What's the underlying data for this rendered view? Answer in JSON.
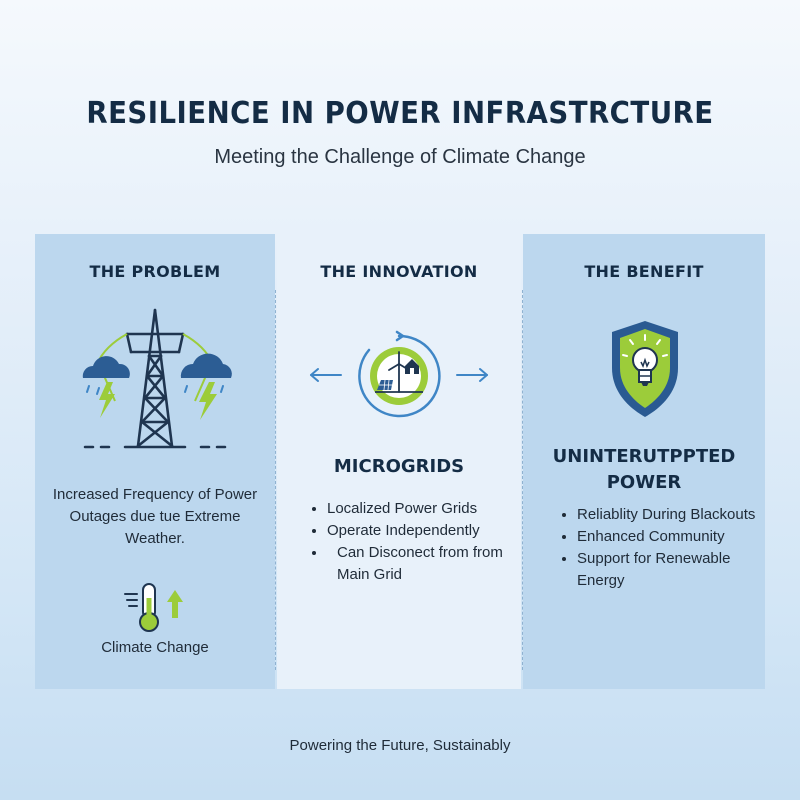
{
  "header": {
    "title": "RESILIENCE IN POWER INFRASTRCTURE",
    "subtitle": "Meeting the Challenge of Climate Change"
  },
  "problem": {
    "heading": "THE PROBLEM",
    "description": "Increased Frequency of Power Outages due tue Extreme Weather.",
    "indicator_label": "Climate Change",
    "icons": [
      "transmission-tower-icon",
      "storm-cloud-icon",
      "thermometer-icon",
      "arrow-up-icon"
    ]
  },
  "innovation": {
    "heading": "THE INNOVATION",
    "label": "MICROGRIDS",
    "bullets": [
      "Localized Power Grids",
      "Operate Independently",
      "Can Disconect from from Main Grid"
    ],
    "icons": [
      "microgrid-icon",
      "arrow-left-icon",
      "arrow-right-icon"
    ]
  },
  "benefit": {
    "heading": "THE BENEFIT",
    "label": "UNINTERUTPPTED POWER",
    "bullets": [
      "Reliablity During Blackouts",
      "Enhanced Community",
      "Support for Renewable Energy"
    ],
    "icons": [
      "shield-lightbulb-icon"
    ]
  },
  "footer": {
    "tagline": "Powering the Future, Sustainably"
  },
  "colors": {
    "navy": "#1f4878",
    "lime": "#9ccc3a",
    "blue": "#3f86c6",
    "panel_dark": "#bcd7ee",
    "panel_light": "#e8f1fa"
  }
}
